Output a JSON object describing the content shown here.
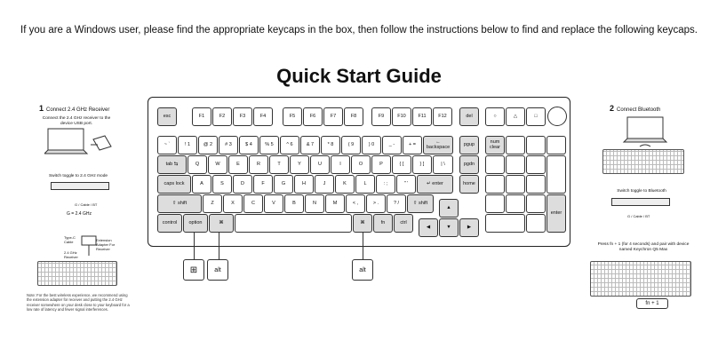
{
  "top_note": "If you are a Windows user, please find the appropriate keycaps in the box, then follow the instructions below to find and replace the following keycaps.",
  "title": "Quick Start Guide",
  "left": {
    "step_number": "1",
    "step_title": "Connect 2.4 GHz Receiver",
    "step_desc": "Connect the 2.4 GHz receiver to the device USB port.",
    "toggle_desc": "Switch toggle to 2.4 GHz mode",
    "toggle_label": "G / Cable / BT",
    "mode_label": "G = 2.4 GHz",
    "adapter_labels": [
      "Type-C Cable",
      "Extension Adapter For Receiver",
      "2.4 GHz Receiver"
    ],
    "note": "Note: For the best wireless experience, we recommend using the extension adapter for receiver and putting the 2.4 GHz receiver somewhere on your desk close to your keyboard for a low rate of latency and fewer signal interferences."
  },
  "right": {
    "step_number": "2",
    "step_title": "Connect Bluetooth",
    "toggle_desc": "Switch toggle to Bluetooth",
    "toggle_label": "G / Cable / BT",
    "pair_desc": "Press fn + 1 (for 4 seconds) and pair with device named Keychron Q5 Max",
    "pair_keys": "fn + 1"
  },
  "keys": {
    "esc": "esc",
    "f1": "F1",
    "f2": "F2",
    "f3": "F3",
    "f4": "F4",
    "f5": "F5",
    "f6": "F6",
    "f7": "F7",
    "f8": "F8",
    "f9": "F9",
    "f10": "F10",
    "f11": "F11",
    "f12": "F12",
    "del": "del",
    "n1": "! 1",
    "n2": "@ 2",
    "n3": "# 3",
    "n4": "$ 4",
    "n5": "% 5",
    "n6": "^ 6",
    "n7": "& 7",
    "n8": "* 8",
    "n9": "( 9",
    "n0": ") 0",
    "minus": "_ -",
    "equal": "+ =",
    "grave": "~ `",
    "backspace": "← backspace",
    "pgup": "pgup",
    "numlock": "num clear",
    "tab": "tab ⇆",
    "q": "Q",
    "w": "W",
    "e": "E",
    "r": "R",
    "t": "T",
    "y": "Y",
    "u": "U",
    "i": "I",
    "o": "O",
    "p": "P",
    "lbracket": "{ [",
    "rbracket": "} ]",
    "backslash": "| \\",
    "pgdn": "pgdn",
    "capslock": "caps lock",
    "a": "A",
    "s": "S",
    "d": "D",
    "f": "F",
    "g": "G",
    "h": "H",
    "j": "J",
    "k": "K",
    "l": "L",
    "semicolon": ": ;",
    "quote": "\" '",
    "enter": "↵ enter",
    "home": "home",
    "lshift": "⇧ shift",
    "z": "Z",
    "x": "X",
    "c": "C",
    "v": "V",
    "b": "B",
    "n": "N",
    "m": "M",
    "comma": "< ,",
    "period": "> .",
    "slash": "? /",
    "rshift": "⇧ shift",
    "numenter": "enter",
    "control": "control",
    "option": "option",
    "cmd": "⌘",
    "rcmd": "⌘",
    "fn": "fn",
    "ctrl": "ctrl"
  },
  "callouts": {
    "win": "⊞",
    "alt1": "alt",
    "alt2": "alt"
  }
}
